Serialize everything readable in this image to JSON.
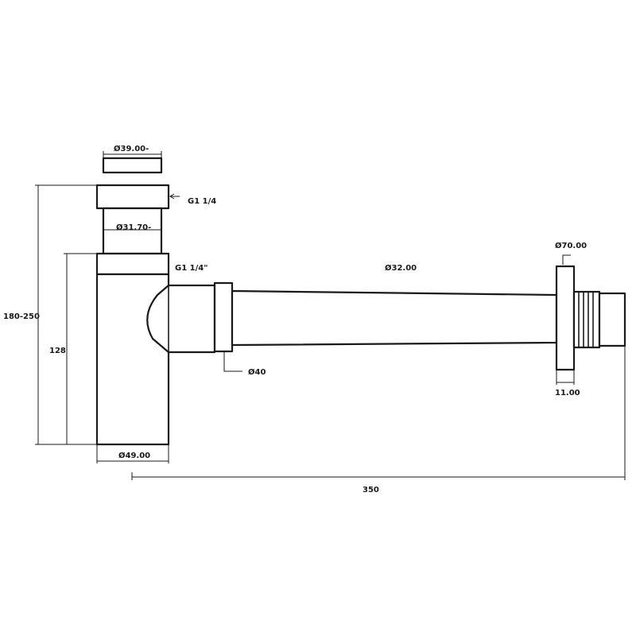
{
  "labels": {
    "cap_diameter": "Ø39.00-",
    "thread_top": "G1 1/4",
    "neck_diameter": "Ø31.70-",
    "thread_body": "G1 1/4\"",
    "pipe_diameter": "Ø32.00",
    "flange_diameter": "Ø70.00",
    "outlet_diameter": "Ø40",
    "total_height": "180-250",
    "body_height": "128",
    "body_diameter": "Ø49.00",
    "flange_width": "11.00",
    "total_length": "350"
  },
  "colors": {
    "line": "#1a1a1a",
    "background": "#ffffff"
  }
}
